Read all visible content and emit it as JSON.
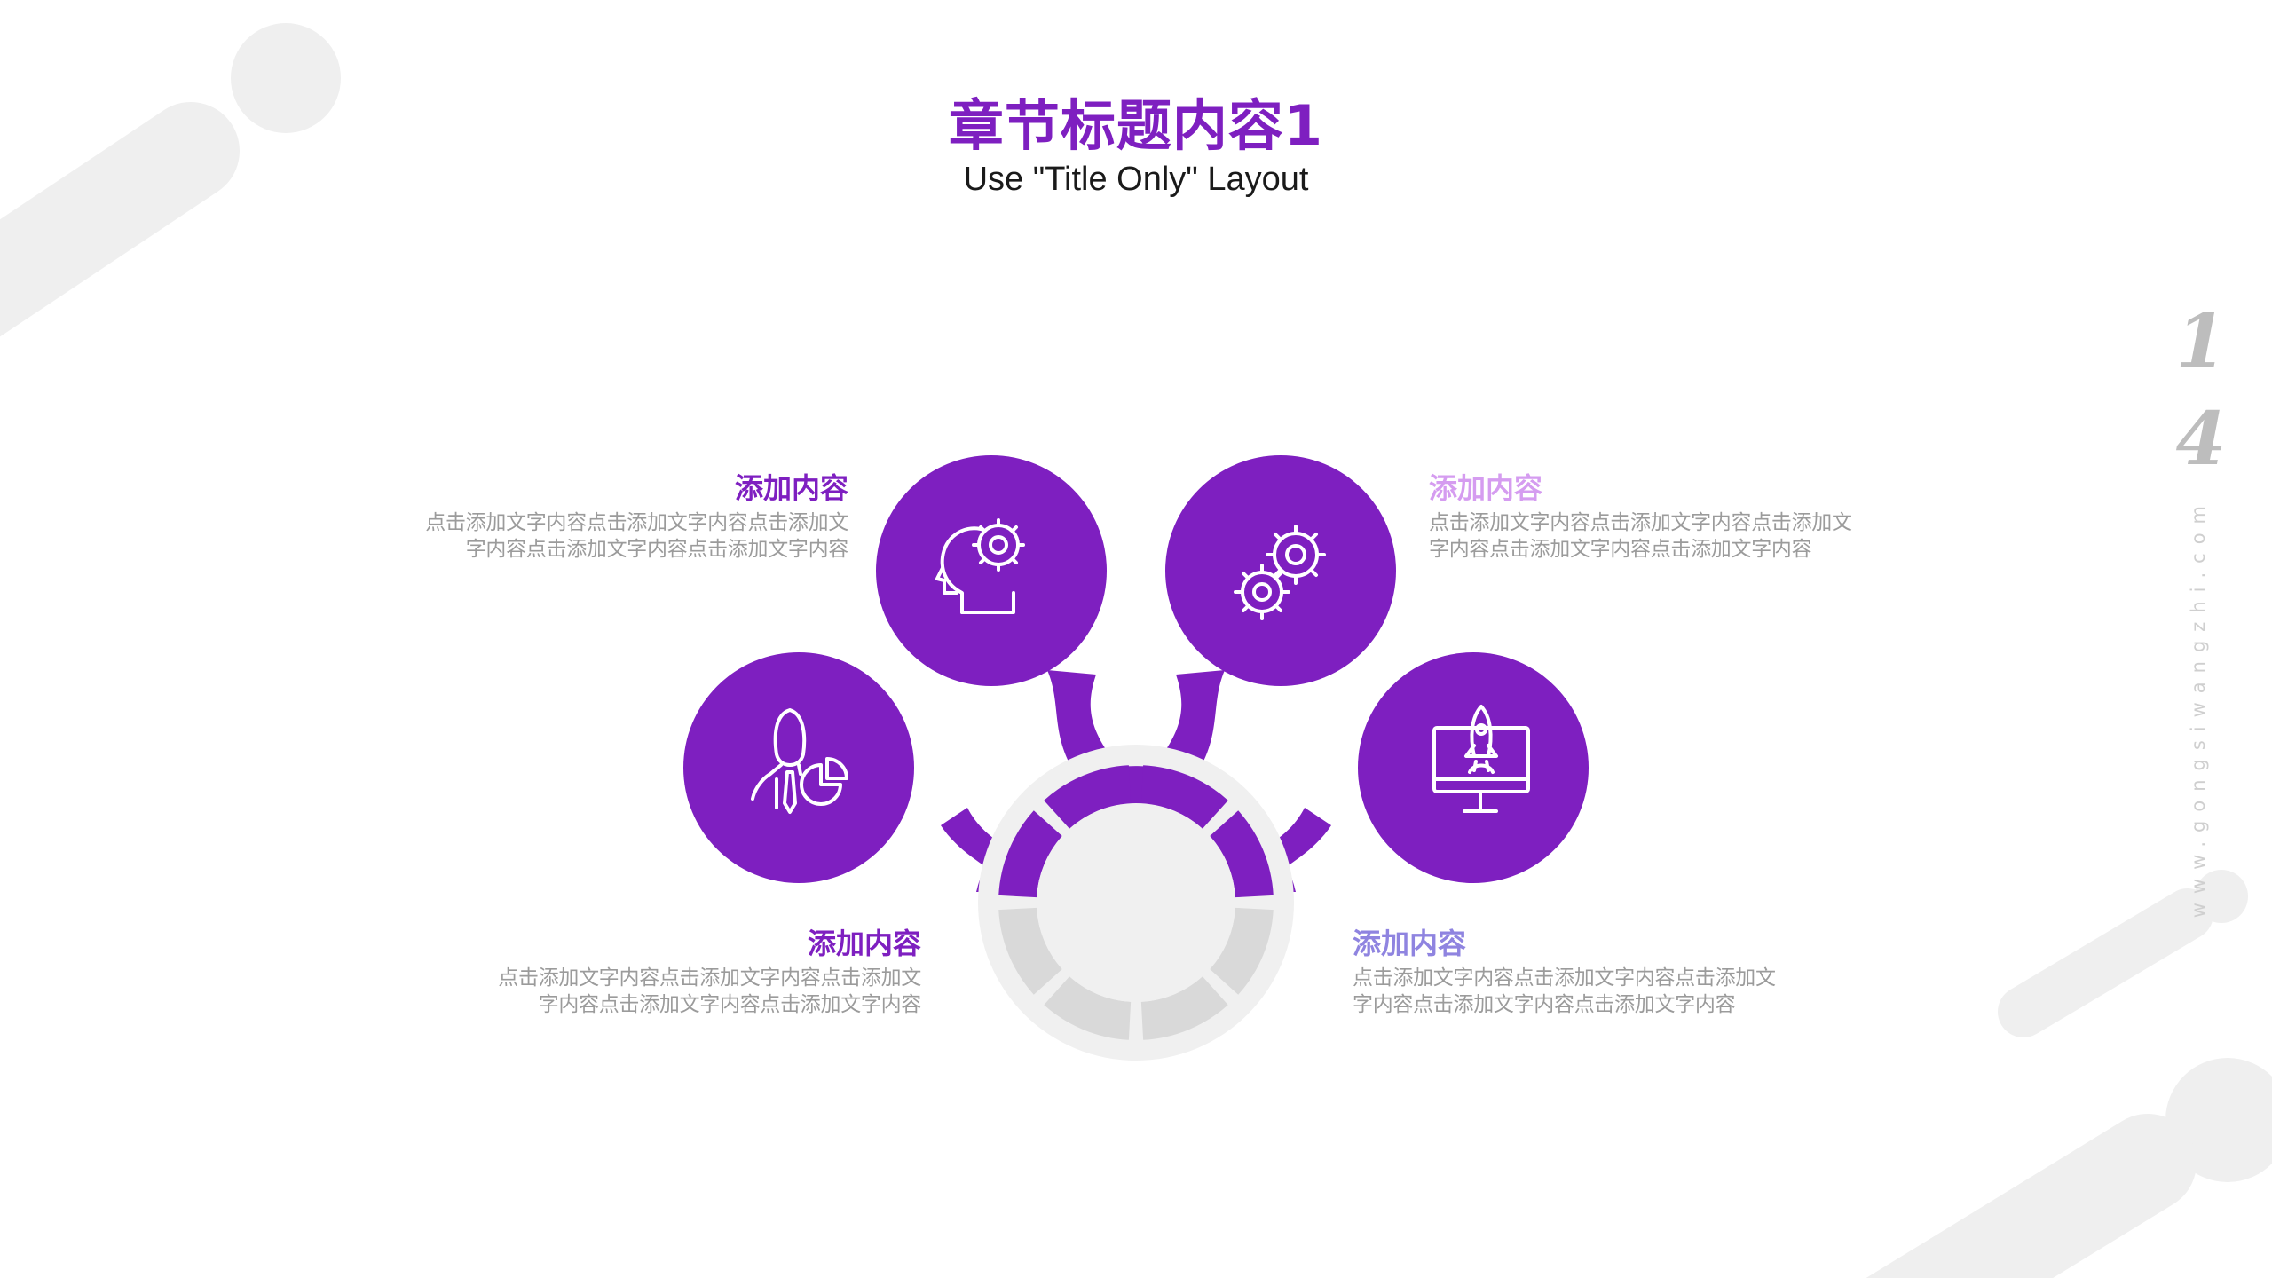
{
  "slide": {
    "title": "章节标题内容1",
    "subtitle": "Use \"Title Only\" Layout"
  },
  "colors": {
    "accent": "#7e1fc0",
    "accent_light": "#d59cf0",
    "accent_periwinkle": "#8f84e0",
    "ring_gray": "#d9d9d9",
    "hub_gray": "#f0f0f0",
    "text_gray": "#9b9b9b"
  },
  "items": [
    {
      "heading": "添加内容",
      "body_line1": "点击添加文字内容点击添加文字内容点击添加文",
      "body_line2": "字内容点击添加文字内容点击添加文字内容",
      "icon": "head-gears-icon"
    },
    {
      "heading": "添加内容",
      "body_line1": "点击添加文字内容点击添加文字内容点击添加文",
      "body_line2": "字内容点击添加文字内容点击添加文字内容",
      "icon": "gears-icon"
    },
    {
      "heading": "添加内容",
      "body_line1": "点击添加文字内容点击添加文字内容点击添加文",
      "body_line2": "字内容点击添加文字内容点击添加文字内容",
      "icon": "businessman-pie-chart-icon"
    },
    {
      "heading": "添加内容",
      "body_line1": "点击添加文字内容点击添加文字内容点击添加文",
      "body_line2": "字内容点击添加文字内容点击添加文字内容",
      "icon": "monitor-rocket-icon"
    }
  ],
  "side": {
    "number": "14",
    "url": "www.gongsiwangzhi.com"
  }
}
